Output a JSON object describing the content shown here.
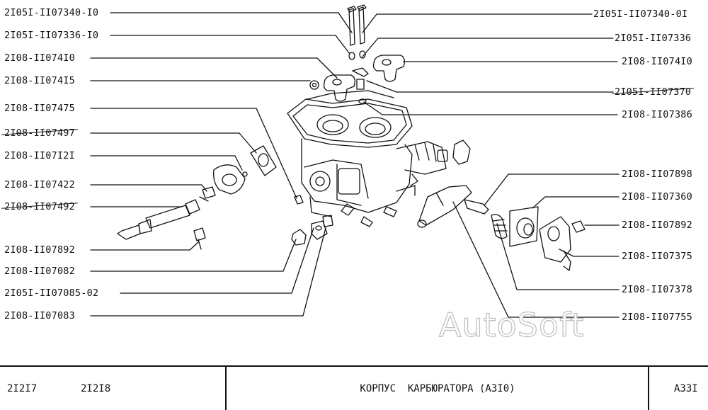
{
  "parts_left": [
    "2I05I-II07340-I0",
    "2I05I-II07336-I0",
    "2I08-II074I0",
    "2I08-II074I5",
    "2I08-II07475",
    "2I08-II07497",
    "2I08-II07I2I",
    "2I08-II07422",
    "2I08-II07492",
    "2I08-II07892",
    "2I08-II07082",
    "2I05I-II07085-02",
    "2I08-II07083"
  ],
  "parts_right": [
    "2I05I-II07340-0I",
    "2I05I-II07336",
    "2I08-II074I0",
    "2I05I-II07370",
    "2I08-II07386",
    "2I08-II07898",
    "2I08-II07360",
    "2I08-II07892",
    "2I08-II07375",
    "2I08-II07378",
    "2I08-II07755"
  ],
  "watermark": "AutoSoft",
  "title_block": {
    "model_1": "2I2I7",
    "model_2": "2I2I8",
    "title": "КОРПУС  КАРБЮРАТОРА (А3I0)",
    "code": "А33I"
  }
}
